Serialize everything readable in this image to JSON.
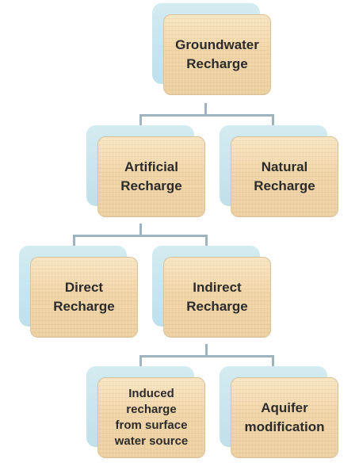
{
  "diagram": {
    "nodes": {
      "root": "Groundwater\nRecharge",
      "artificial": "Artificial\nRecharge",
      "natural": "Natural\nRecharge",
      "direct": "Direct\nRecharge",
      "indirect": "Indirect\nRecharge",
      "induced": "Induced\nrecharge\nfrom surface\nwater source",
      "aquifer": "Aquifer\nmodification"
    }
  }
}
